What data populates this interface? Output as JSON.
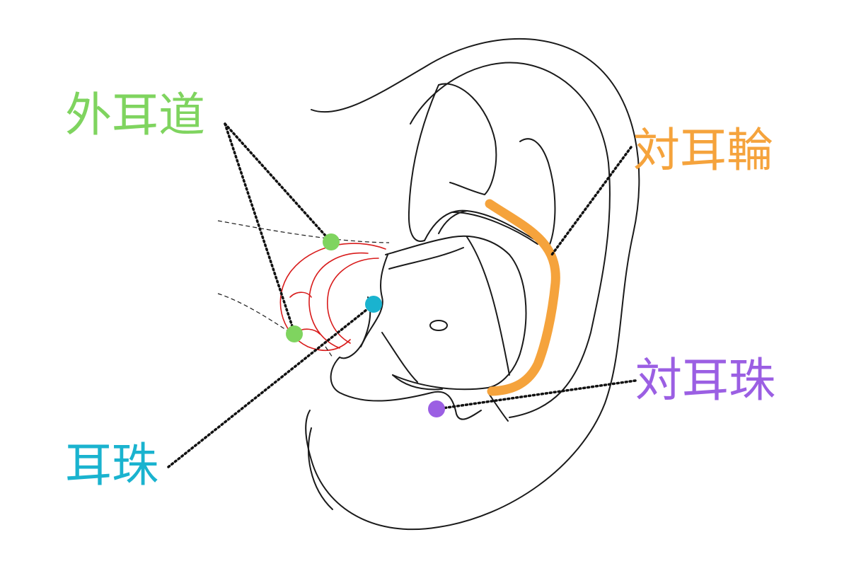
{
  "labels": {
    "ear_canal": {
      "text": "外耳道",
      "color": "#7fd45f"
    },
    "antihelix": {
      "text": "対耳輪",
      "color": "#f5a33c"
    },
    "antitragus": {
      "text": "対耳珠",
      "color": "#9b5fe3"
    },
    "tragus": {
      "text": "耳珠",
      "color": "#1ab3cf"
    }
  },
  "colors": {
    "outline": "#1a1a1a",
    "canal_sketch": "#d81b1b",
    "leader": "#111111"
  }
}
